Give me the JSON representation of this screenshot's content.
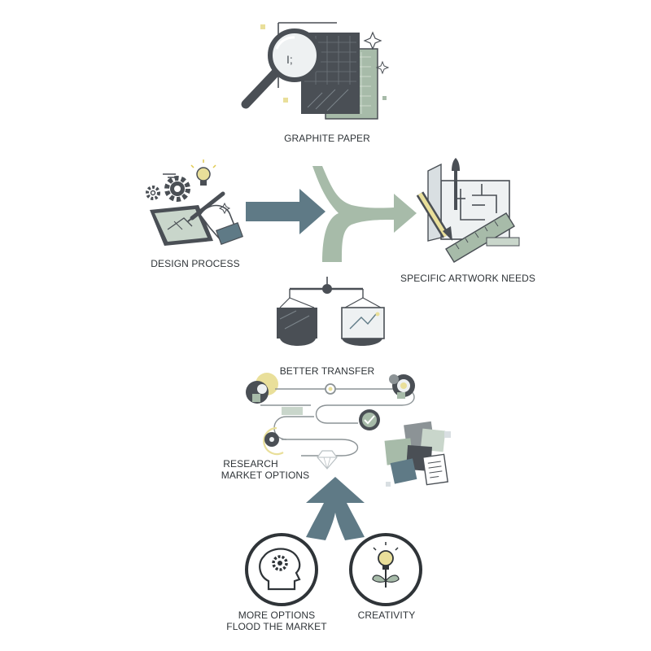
{
  "labels": {
    "graphite_paper": "GRAPHITE PAPER",
    "design_process": "DESIGN PROCESS",
    "specific_artwork_needs": "SPECIFIC ARTWORK NEEDS",
    "better_transfer": "BETTER TRANSFER",
    "research_line1": "RESEARCH",
    "research_line2": "MARKET OPTIONS",
    "more_options_line1": "MORE OPTIONS",
    "more_options_line2": "FLOOD THE MARKET",
    "creativity": "CREATIVITY"
  },
  "icons": [
    "magnifying-glass-icon",
    "graphite-sheet-icon",
    "tablet-drawing-icon",
    "gear-icon",
    "lightbulb-icon",
    "blueprint-icon",
    "paintbrush-icon",
    "pencil-icon",
    "ruler-icon",
    "balance-scale-icon",
    "checkmark-icon",
    "document-stack-icon",
    "diamond-icon",
    "head-gear-icon",
    "flower-bulb-icon"
  ],
  "colors": {
    "dark_gray": "#4a4f55",
    "slate_blue": "#5f7a86",
    "sage_green": "#a7bba9",
    "light_sage": "#c9d6cb",
    "accent_yellow": "#e9df9a",
    "line_gray": "#8c9396"
  }
}
